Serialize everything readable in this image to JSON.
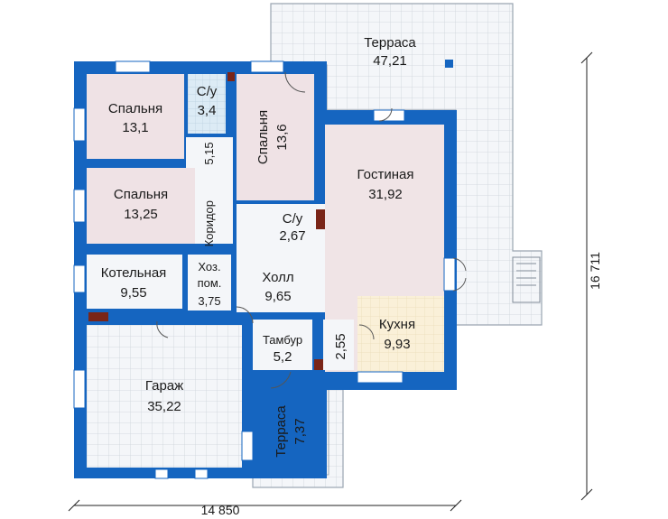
{
  "colors": {
    "wall": "#1565c0",
    "bedroom_floor": "#efe2e5",
    "living_floor": "#f0e4e6",
    "kitchen_floor": "#faf0d8",
    "tile_floor": "#f4f6f9",
    "bath_floor": "#dcebf5",
    "grid_line": "#cdd3da",
    "dimension_line": "#222222",
    "chimney": "#7a2518"
  },
  "rooms": {
    "terrace_big": {
      "name": "Терраса",
      "area": "47,21"
    },
    "bedroom1": {
      "name": "Спальня",
      "area": "13,1"
    },
    "bath1": {
      "name": "С/у",
      "area": "3,4"
    },
    "bedroom3": {
      "name": "Спальня",
      "area": "13,6"
    },
    "corridor": {
      "name": "Коридор",
      "area": "5,15"
    },
    "bedroom2": {
      "name": "Спальня",
      "area": "13,25"
    },
    "living": {
      "name": "Гостиная",
      "area": "31,92"
    },
    "bath2": {
      "name": "С/у",
      "area": "2,67"
    },
    "boiler": {
      "name": "Котельная",
      "area": "9,55"
    },
    "storage": {
      "name1": "Хоз.",
      "name2": "пом.",
      "area": "3,75"
    },
    "hall": {
      "name": "Холл",
      "area": "9,65"
    },
    "vestibule": {
      "name": "Тамбур",
      "area": "5,2"
    },
    "closet": {
      "area": "2,55"
    },
    "kitchen": {
      "name": "Кухня",
      "area": "9,93"
    },
    "garage": {
      "name": "Гараж",
      "area": "35,22"
    },
    "terrace_small": {
      "name": "Терраса",
      "area": "7,37"
    }
  },
  "dimensions": {
    "width": "14 850",
    "height": "16 711"
  }
}
